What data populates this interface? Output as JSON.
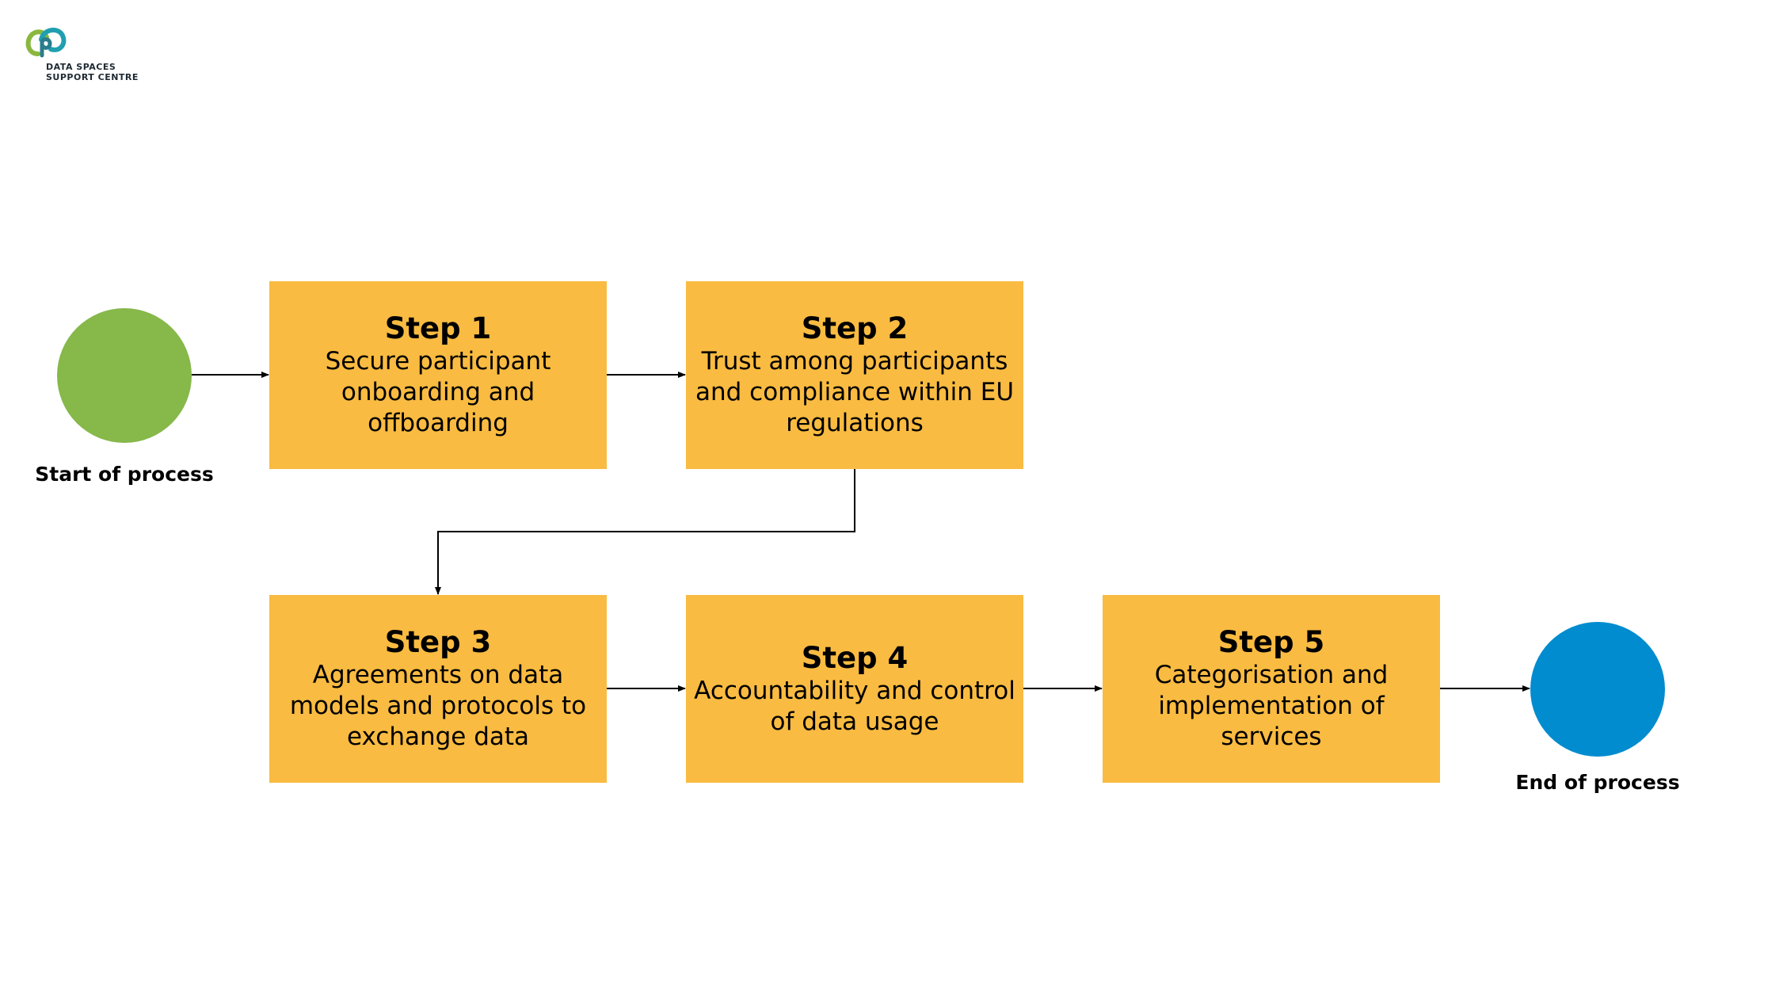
{
  "logo": {
    "line1": "DATA SPACES",
    "line2": "SUPPORT CENTRE",
    "colors": {
      "green": "#8ab83f",
      "teal": "#1f9fb0"
    }
  },
  "start": {
    "label": "Start of process",
    "color": "#86b84a"
  },
  "end": {
    "label": "End of process",
    "color": "#008ccf"
  },
  "step_color": "#f9bb41",
  "connector_color": "#000000",
  "steps": [
    {
      "title": "Step 1",
      "description": "Secure participant onboarding and offboarding"
    },
    {
      "title": "Step 2",
      "description": "Trust among participants and compliance within EU regulations"
    },
    {
      "title": "Step 3",
      "description": "Agreements on data models and protocols to exchange data"
    },
    {
      "title": "Step 4",
      "description": "Accountability and control of data usage"
    },
    {
      "title": "Step 5",
      "description": "Categorisation and implementation of services"
    }
  ]
}
